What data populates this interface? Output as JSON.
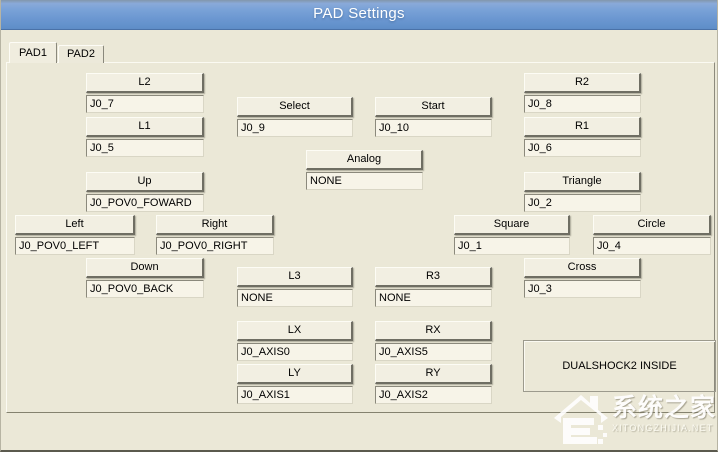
{
  "window": {
    "title": "PAD Settings"
  },
  "tabs": {
    "pad1": "PAD1",
    "pad2": "PAD2"
  },
  "controls": {
    "l2": {
      "label": "L2",
      "value": "J0_7"
    },
    "l1": {
      "label": "L1",
      "value": "J0_5"
    },
    "select": {
      "label": "Select",
      "value": "J0_9"
    },
    "start": {
      "label": "Start",
      "value": "J0_10"
    },
    "analog": {
      "label": "Analog",
      "value": "NONE"
    },
    "r2": {
      "label": "R2",
      "value": "J0_8"
    },
    "r1": {
      "label": "R1",
      "value": "J0_6"
    },
    "up": {
      "label": "Up",
      "value": "J0_POV0_FOWARD"
    },
    "left": {
      "label": "Left",
      "value": "J0_POV0_LEFT"
    },
    "right": {
      "label": "Right",
      "value": "J0_POV0_RIGHT"
    },
    "down": {
      "label": "Down",
      "value": "J0_POV0_BACK"
    },
    "triangle": {
      "label": "Triangle",
      "value": "J0_2"
    },
    "square": {
      "label": "Square",
      "value": "J0_1"
    },
    "circle": {
      "label": "Circle",
      "value": "J0_4"
    },
    "cross": {
      "label": "Cross",
      "value": "J0_3"
    },
    "l3": {
      "label": "L3",
      "value": "NONE"
    },
    "r3": {
      "label": "R3",
      "value": "NONE"
    },
    "lx": {
      "label": "LX",
      "value": "J0_AXIS0"
    },
    "rx": {
      "label": "RX",
      "value": "J0_AXIS5"
    },
    "ly": {
      "label": "LY",
      "value": "J0_AXIS1"
    },
    "ry": {
      "label": "RY",
      "value": "J0_AXIS2"
    }
  },
  "info": {
    "label": "DUALSHOCK2 INSIDE"
  },
  "watermark": {
    "site_name": "系统之家",
    "site_url": "XITONGZHIJIA.NET"
  },
  "colors": {
    "titlebar_blue": "#6b97d1",
    "background": "#ebe8d7",
    "button_face": "#f2efe2",
    "field_face": "#f7f4e8"
  }
}
